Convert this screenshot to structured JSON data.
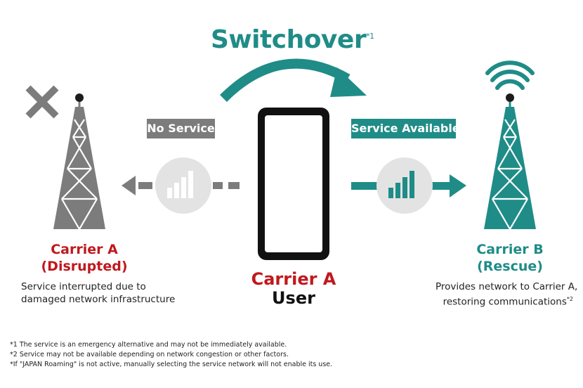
{
  "diagram": {
    "title": "Switchover",
    "title_note_ref": "*1",
    "left_badge": "No Service",
    "right_badge": "Service Available",
    "carrier_left": {
      "name_line1": "Carrier A",
      "name_line2": "(Disrupted)",
      "desc_line1": "Service interrupted due to",
      "desc_line2": "damaged network infrastructure"
    },
    "user": {
      "line1": "Carrier A",
      "line2": "User"
    },
    "carrier_right": {
      "name_line1": "Carrier B",
      "name_line2": "(Rescue)",
      "desc_line1": "Provides network to Carrier A,",
      "desc_line2": "restoring communications",
      "desc_note_ref": "*2"
    },
    "footnotes": [
      "*1 The service is an emergency alternative and may not be immediately available.",
      "*2 Service may not be available depending on network congestion or other factors.",
      "*If \"JAPAN Roaming\" is not active, manually selecting the service network will not enable its use."
    ],
    "colors": {
      "teal": "#1f8c87",
      "gray": "#7c7c7c",
      "light_gray_circle": "#e3e3e3",
      "red": "#c0181d",
      "black": "#111111"
    },
    "icons": {
      "left_tower": "broken-cell-tower-icon",
      "right_tower": "cell-tower-with-signal-icon",
      "left_status": "x-mark-icon",
      "right_status": "wifi-waves-icon",
      "signal": "signal-bars-icon",
      "phone": "smartphone-icon"
    }
  }
}
